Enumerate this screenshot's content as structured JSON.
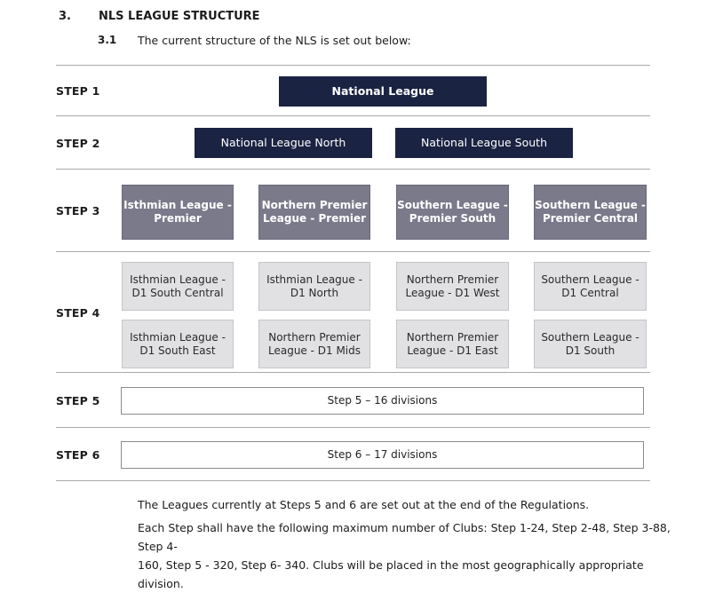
{
  "section": {
    "number": "3.",
    "title": "NLS LEAGUE STRUCTURE"
  },
  "subsection": {
    "number": "3.1",
    "text": "The current structure of the NLS is set out below:"
  },
  "steps": {
    "step1": {
      "label": "STEP 1",
      "leagues": [
        "National League"
      ]
    },
    "step2": {
      "label": "STEP 2",
      "leagues": [
        "National League North",
        "National League South"
      ]
    },
    "step3": {
      "label": "STEP 3",
      "leagues": [
        [
          "Isthmian League -",
          "Premier"
        ],
        [
          "Northern Premier",
          "League - Premier"
        ],
        [
          "Southern League -",
          "Premier South"
        ],
        [
          "Southern League -",
          "Premier Central"
        ]
      ]
    },
    "step4": {
      "label": "STEP 4",
      "row1": [
        [
          "Isthmian League -",
          "D1 South Central"
        ],
        [
          "Isthmian League -",
          "D1 North"
        ],
        [
          "Northern Premier",
          "League - D1 West"
        ],
        [
          "Southern League -",
          "D1 Central"
        ]
      ],
      "row2": [
        [
          "Isthmian League -",
          "D1 South East"
        ],
        [
          "Northern Premier",
          "League - D1 Mids"
        ],
        [
          "Northern Premier",
          "League - D1 East"
        ],
        [
          "Southern League -",
          "D1 South"
        ]
      ]
    },
    "step5": {
      "label": "STEP 5",
      "text": "Step 5 – 16 divisions"
    },
    "step6": {
      "label": "STEP 6",
      "text": "Step 6 – 17 divisions"
    }
  },
  "paragraphs": [
    "The Leagues currently at Steps 5 and 6 are set out at the end of the Regulations.",
    "Each Step shall have the following maximum number of Clubs: Step 1-24, Step 2-48, Step 3-88, Step 4-",
    "160, Step 5 - 320, Step 6- 340. Clubs will be placed in the most geographically appropriate division."
  ],
  "colors": {
    "navy": "#1b2342",
    "gray_dark": "#7b7a8b",
    "gray_light": "#e1e1e3",
    "rule": "#a9a9a9"
  }
}
